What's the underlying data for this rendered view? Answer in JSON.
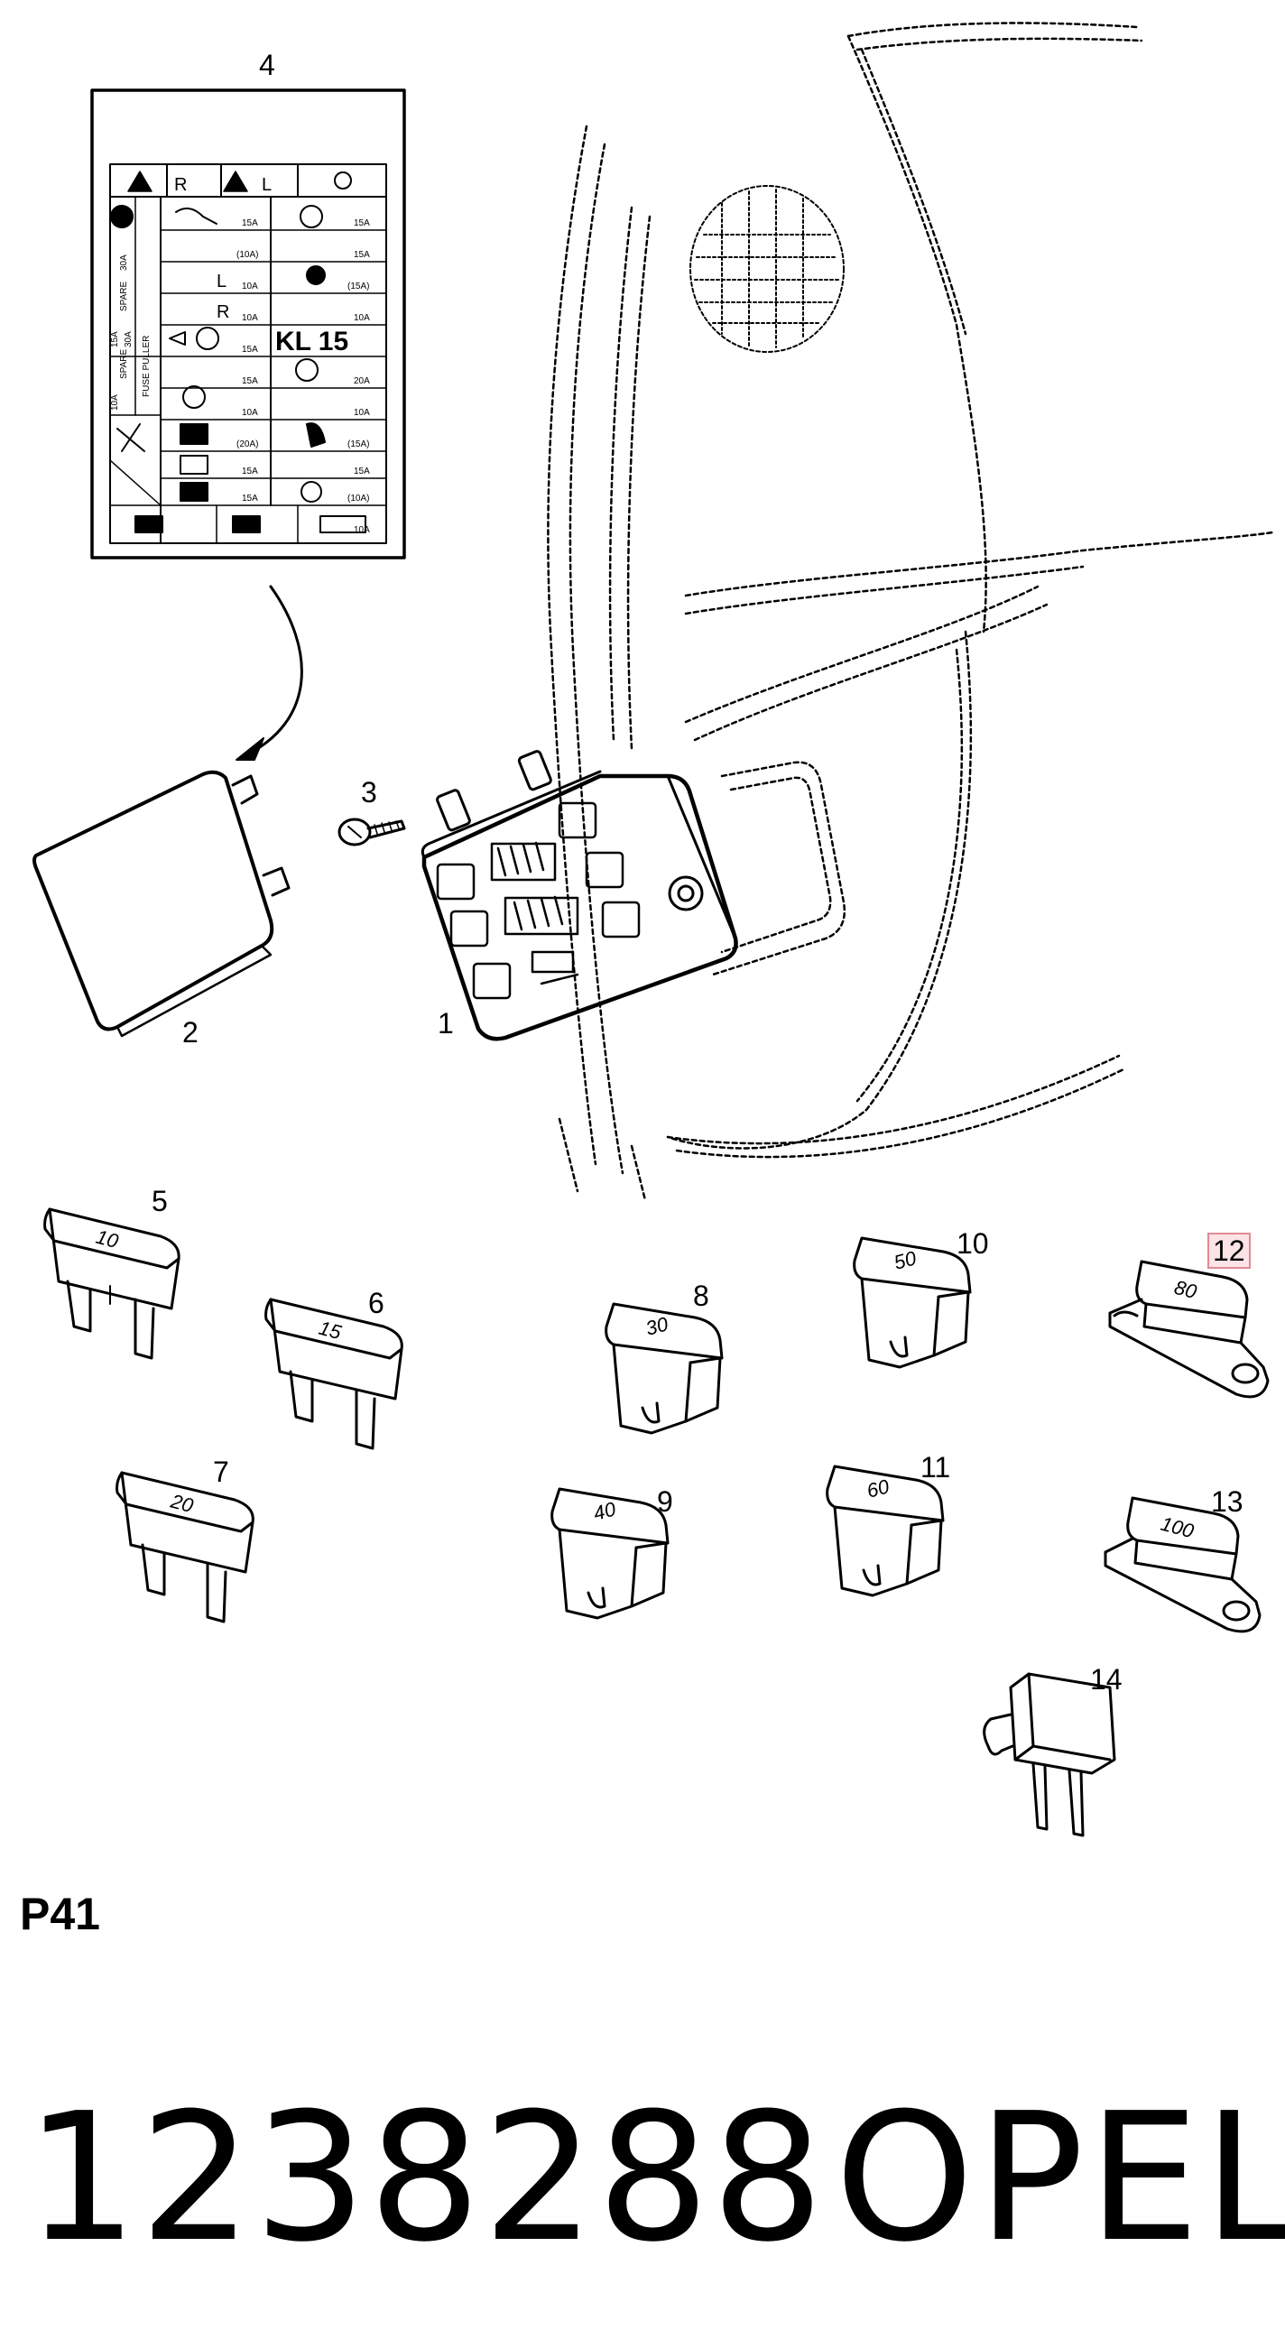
{
  "diagram": {
    "callouts": [
      {
        "id": "c1",
        "label": "1"
      },
      {
        "id": "c2",
        "label": "2"
      },
      {
        "id": "c3",
        "label": "3"
      },
      {
        "id": "c4",
        "label": "4"
      },
      {
        "id": "c5",
        "label": "5"
      },
      {
        "id": "c6",
        "label": "6"
      },
      {
        "id": "c7",
        "label": "7"
      },
      {
        "id": "c8",
        "label": "8"
      },
      {
        "id": "c9",
        "label": "9"
      },
      {
        "id": "c10",
        "label": "10"
      },
      {
        "id": "c11",
        "label": "11"
      },
      {
        "id": "c12",
        "label": "12",
        "highlighted": true
      },
      {
        "id": "c13",
        "label": "13"
      },
      {
        "id": "c14",
        "label": "14"
      }
    ],
    "fuse_ratings": {
      "f5": "10",
      "f6": "15",
      "f7": "20",
      "f8": "30",
      "f9": "40",
      "f10": "50",
      "f11": "60",
      "f12": "80",
      "f13": "100"
    },
    "label_card": {
      "header_r": "R",
      "header_l": "L",
      "kl15": "KL 15",
      "dip_l": "L",
      "dip_r": "R",
      "ratings": [
        "15A",
        "15A",
        "(10A)",
        "15A",
        "10A",
        "(15A)",
        "10A",
        "10A",
        "15A",
        "20A",
        "15A",
        "10A",
        "10A",
        "(20A)",
        "(15A)",
        "15A",
        "15A",
        "(10A)",
        "15A",
        "10A"
      ],
      "side_texts": [
        "30A",
        "SPARE",
        "15A",
        "30A",
        "SPARE",
        "10A",
        "FUSE PULLER"
      ]
    },
    "highlight_color": "#e28a94"
  },
  "footer": {
    "page_code": "P41",
    "part_number": "1238288",
    "brand": "OPEL"
  }
}
